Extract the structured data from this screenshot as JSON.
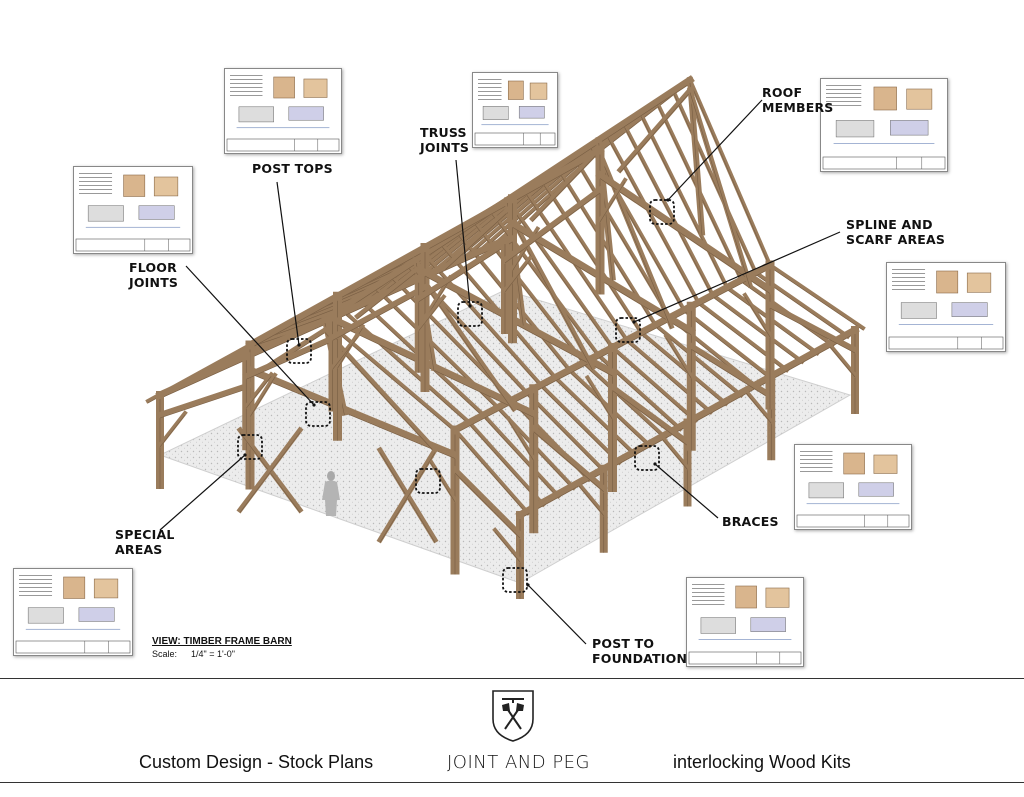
{
  "callouts": {
    "post_tops": [
      "POST TOPS"
    ],
    "truss_joints": [
      "TRUSS",
      "JOINTS"
    ],
    "roof_members": [
      "ROOF",
      "MEMBERS"
    ],
    "floor_joints": [
      "FLOOR",
      "JOINTS"
    ],
    "spline_scarf": [
      "SPLINE AND",
      "SCARF AREAS"
    ],
    "special_areas": [
      "SPECIAL",
      "AREAS"
    ],
    "braces": [
      "BRACES"
    ],
    "post_foundation": [
      "POST TO",
      "FOUNDATION"
    ]
  },
  "view": {
    "title": "VIEW: TIMBER FRAME BARN",
    "scale_label": "Scale:",
    "scale_value": "1/4\" = 1'-0\""
  },
  "footer": {
    "left": "Custom Design - Stock Plans",
    "center": "JOINT AND PEG",
    "right": "interlocking Wood Kits"
  },
  "colors": {
    "timber": "#9a7c5c",
    "timber_dark": "#6f563d",
    "floor": "#e4e4e4",
    "accent_text": "#111111"
  },
  "icons": [
    "joint-and-peg-shield-logo",
    "crossed-axes-icon"
  ]
}
